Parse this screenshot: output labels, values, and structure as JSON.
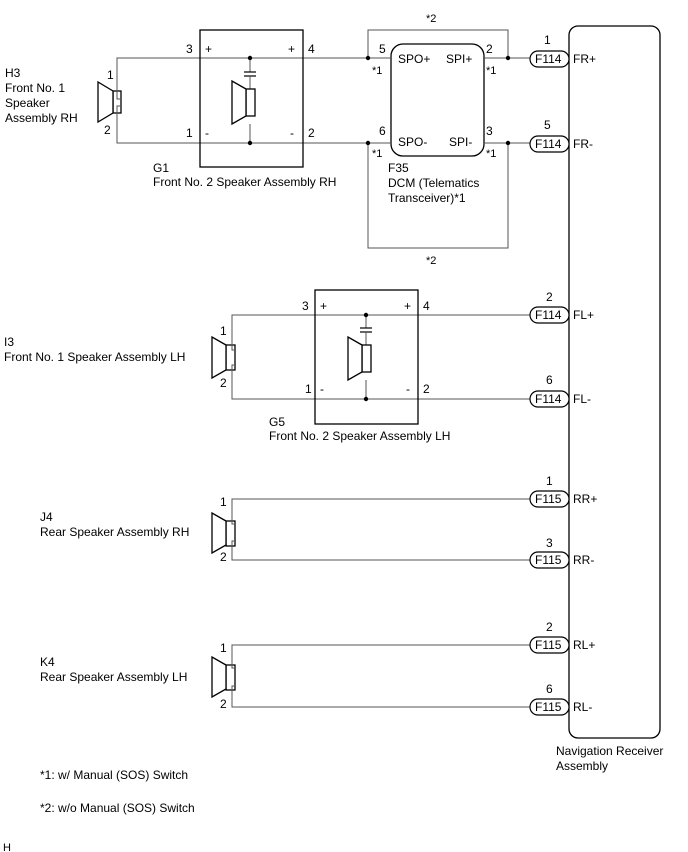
{
  "navigation_receiver": {
    "label_line1": "Navigation Receiver",
    "label_line2": "Assembly"
  },
  "h3": {
    "code": "H3",
    "line1": "Front No. 1",
    "line2": "Speaker",
    "line3": "Assembly RH"
  },
  "g1": {
    "code": "G1",
    "name": "Front No. 2 Speaker Assembly RH"
  },
  "f35": {
    "code": "F35",
    "line1": "DCM (Telematics",
    "line2": "Transceiver)*1"
  },
  "i3": {
    "code": "I3",
    "name": "Front No. 1 Speaker Assembly LH"
  },
  "g5": {
    "code": "G5",
    "name": "Front No. 2 Speaker Assembly LH"
  },
  "j4": {
    "code": "J4",
    "name": "Rear Speaker Assembly RH"
  },
  "k4": {
    "code": "K4",
    "name": "Rear Speaker Assembly LH"
  },
  "dcm_pins": {
    "spo_plus": "SPO+",
    "spi_plus": "SPI+",
    "spo_minus": "SPO-",
    "spi_minus": "SPI-"
  },
  "connectors": {
    "f114": "F114",
    "f115": "F115"
  },
  "terminals": {
    "fr_plus": "FR+",
    "fr_minus": "FR-",
    "fl_plus": "FL+",
    "fl_minus": "FL-",
    "rr_plus": "RR+",
    "rr_minus": "RR-",
    "rl_plus": "RL+",
    "rl_minus": "RL-"
  },
  "notes": {
    "star1": "*1",
    "star2": "*2",
    "note1": "*1: w/ Manual (SOS) Switch",
    "note2": "*2: w/o Manual (SOS) Switch"
  },
  "pins": {
    "p1": "1",
    "p2": "2",
    "p3": "3",
    "p4": "4",
    "p5": "5",
    "p6": "6",
    "plus": "+",
    "minus": "-"
  },
  "footer": {
    "mark": "H"
  }
}
